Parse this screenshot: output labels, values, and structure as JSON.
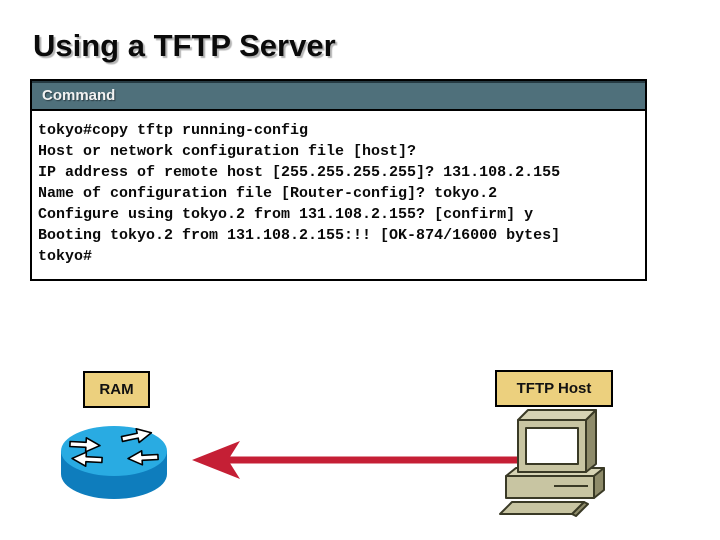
{
  "slide": {
    "title": "Using a TFTP Server"
  },
  "command_panel": {
    "header_label": "Command",
    "console_lines": [
      "tokyo#copy tftp running-config",
      "Host or network configuration file [host]?",
      "IP address of remote host [255.255.255.255]? 131.108.2.155",
      "Name of configuration file [Router-config]? tokyo.2",
      "Configure using tokyo.2 from 131.108.2.155? [confirm] y",
      "Booting tokyo.2 from 131.108.2.155:!! [OK-874/16000 bytes]",
      "tokyo#"
    ]
  },
  "diagram": {
    "ram_label": "RAM",
    "tftp_host_label": "TFTP Host",
    "router_icon": "cisco-router",
    "host_icon": "desktop-computer",
    "arrow_direction": "tftp-host-to-router"
  },
  "colors": {
    "header_bg": "#4f707b",
    "label_bg": "#ecd07e",
    "router_top": "#29abe2",
    "router_side": "#0e7dbd",
    "arrow_red": "#c51f35",
    "computer_body": "#c8c5a2",
    "computer_body_light": "#d6d3b4",
    "computer_side": "#8e8b6a",
    "computer_outline": "#3a3a26",
    "screen_white": "#ffffff"
  }
}
